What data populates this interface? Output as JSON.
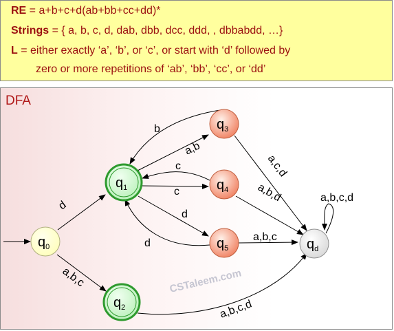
{
  "header": {
    "re_label": "RE",
    "re_text": " = a+b+c+d(ab+bb+cc+dd)*",
    "strings_label": "Strings",
    "strings_text": " = { a, b, c, d, dab, dbb, dcc, ddd, , dbbabdd, …}",
    "l_label": "L",
    "l_text": " = either exactly ‘a’, ‘b’, or ‘c’, or start with ‘d’ followed by",
    "l_text_cont": "zero or more repetitions of ‘ab’, ‘bb’, ‘cc’, or ‘dd’"
  },
  "diagram": {
    "title": "DFA",
    "watermark": "CSTaleem.com",
    "states": {
      "q0": {
        "main": "q",
        "sub": "0"
      },
      "q1": {
        "main": "q",
        "sub": "1"
      },
      "q2": {
        "main": "q",
        "sub": "2"
      },
      "q3": {
        "main": "q",
        "sub": "3"
      },
      "q4": {
        "main": "q",
        "sub": "4"
      },
      "q5": {
        "main": "q",
        "sub": "5"
      },
      "qd": {
        "main": "q",
        "sub": "d"
      }
    },
    "colors": {
      "start_fill": "#ffffbb",
      "accept_fill": "#b8f0b8",
      "accept_ring": "#2e9a2e",
      "middle_fill": "#f08060",
      "dead_fill": "#d8d8d8"
    },
    "edge_labels": {
      "q0_q1": "d",
      "q0_q2": "a,b,c",
      "q1_q3": "a,b",
      "q3_q1": "b",
      "q4_q1": "c",
      "q1_q4": "c",
      "q1_q5": "d",
      "q5_q1": "d",
      "q3_qd": "a,c,d",
      "q4_qd": "a,b,d",
      "q5_qd": "a,b,c",
      "qd_loop": "a,b,c,d",
      "q2_qd": "a,b,c,d"
    }
  }
}
